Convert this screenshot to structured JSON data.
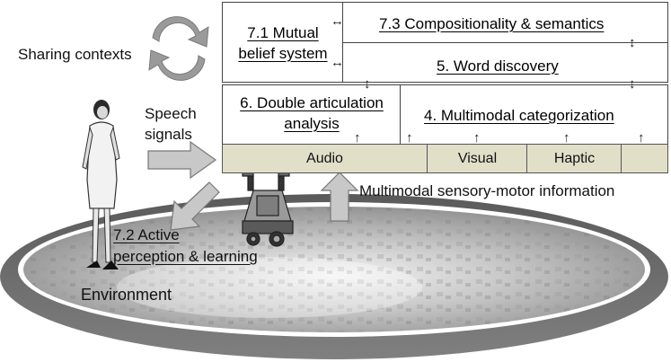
{
  "labels": {
    "sharing_contexts": "Sharing contexts",
    "speech_signals": [
      "Speech",
      "signals"
    ],
    "environment": "Environment",
    "active_perception": [
      "7.2 Active",
      "perception & learning"
    ],
    "multimodal_sensory": "Multimodal sensory-motor information"
  },
  "boxes": {
    "mutual_belief": [
      "7.1 Mutual",
      "belief system"
    ],
    "compositionality": "7.3 Compositionality & semantics",
    "word_discovery": "5. Word discovery",
    "double_articulation": [
      "6. Double articulation",
      "analysis"
    ],
    "multimodal_categorization": "4. Multimodal categorization"
  },
  "modalities": [
    "Audio",
    "Visual",
    "Haptic"
  ],
  "colors": {
    "modality_bar": "#e2dfc9",
    "arrow_gray": "#c8c8c8",
    "ring_gray": "#6e6e6e"
  },
  "icons": [
    "cycle-arrows-icon",
    "woman-figure",
    "robot-figure",
    "city-photo"
  ]
}
